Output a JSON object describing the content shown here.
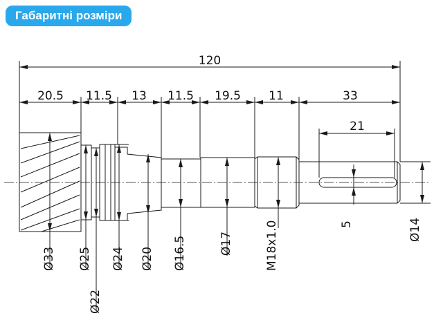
{
  "header": {
    "title": "Габаритні розміри",
    "accent": "#2aa8ec"
  },
  "drawing": {
    "overall_length": "120",
    "segments": [
      "20.5",
      "11.5",
      "13",
      "11.5",
      "19.5",
      "11",
      "33"
    ],
    "keyway_length": "21",
    "keyway_width": "5",
    "diameters": {
      "d33": "Ø33",
      "d25": "Ø25",
      "d22": "Ø22",
      "d24": "Ø24",
      "d20": "Ø20",
      "d16_5": "Ø16.5",
      "d17": "Ø17",
      "thread": "M18x1.0",
      "d14": "Ø14"
    }
  }
}
